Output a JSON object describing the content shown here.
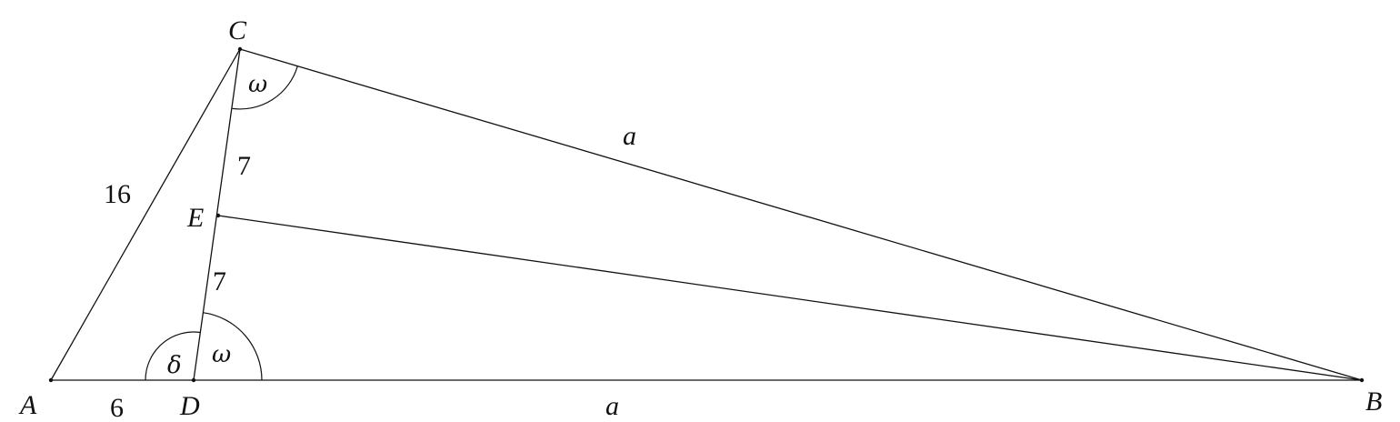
{
  "points": {
    "A": "A",
    "B": "B",
    "C": "C",
    "D": "D",
    "E": "E"
  },
  "lengths": {
    "AC": "16",
    "AD": "6",
    "CE": "7",
    "ED": "7",
    "CB": "a",
    "DB": "a"
  },
  "angles": {
    "at_C": "ω",
    "at_D_right": "ω",
    "at_D_left": "δ"
  }
}
